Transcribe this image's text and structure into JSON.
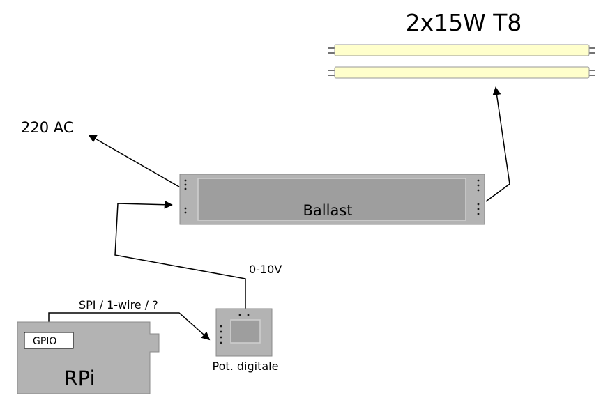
{
  "title": "2x15W T8",
  "ballast": {
    "label": "Ballast"
  },
  "power": {
    "label": "220 AC"
  },
  "rpi": {
    "label": "RPi",
    "gpio_label": "GPIO"
  },
  "pot": {
    "label": "Pot. digitale"
  },
  "signals": {
    "dim": "0-10V",
    "bus": "SPI / 1-wire / ?"
  },
  "colors": {
    "tube_fill": "#ffffcc",
    "tube_stroke": "#999999",
    "device_gray": "#b3b3b3",
    "device_inner_gray": "#9e9e9e",
    "device_inner_stroke": "#d0d0d0",
    "device_border": "#8a8a8a",
    "line": "#000000"
  }
}
